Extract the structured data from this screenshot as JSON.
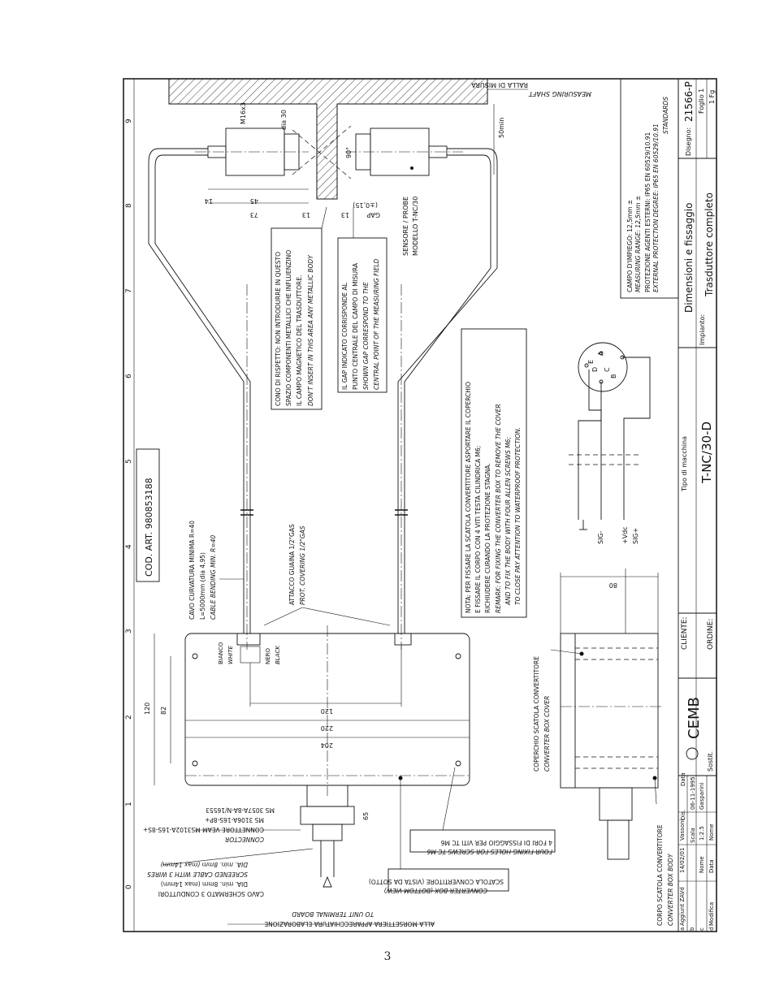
{
  "title_block": {
    "drawing_title": "Dimensioni e fissaggio",
    "plant_label": "Impianto:",
    "plant_value": "Trasduttore completo",
    "machine_label": "Tipo di macchina",
    "machine_value": "T-NC/30-D",
    "drawing_label": "Disegno:",
    "drawing_number": "21566-P",
    "sheet_label": "Foglio 1",
    "sheet_of": "1 Fg",
    "client_label": "CLIENTE:",
    "order_label": "ORDINE:",
    "company": "CEMB",
    "substitutes": "Sostit.",
    "date_label": "Data",
    "date_value": "06-11-1995",
    "drawn_label": "Dis.",
    "drawn_value": "Gasparini",
    "scale_label": "Scala",
    "scale_value": "1:2.5",
    "name_label": "Nome",
    "rev_added": "Aggiunt ZAVd",
    "rev_date": "14/02/01",
    "rev_name": "Vassoni",
    "rev_col_modifica": "Modifica",
    "rev_col_data": "Data",
    "rev_col_nome": "Nome",
    "rev_letters": [
      "a",
      "b",
      "c",
      "d"
    ]
  },
  "specs": {
    "line1": "CAMPO D'IMPIEGO: 12,5mm ±",
    "line2": "MEASURING RANGE: 12,5mm ±",
    "line3": "PROTEZIONE AGENTI ESTERNI: IP65   EN 60529/10.91",
    "line4": "EXTERNAL PROTECTION DEGREE: IP65   EN 60529/10.91",
    "line5": "STANDARDS"
  },
  "shaft": {
    "label_it": "RALLA DI MISURA",
    "label_en": "MEASURING SHAFT",
    "dim_50": "50min",
    "angle": "90°"
  },
  "sensor": {
    "thread": "M16x3",
    "dia": "dia 30",
    "dims": [
      "14",
      "45",
      "73",
      "13",
      "13",
      "GAP"
    ],
    "gap_tol": "(±0,15)",
    "label": "SENSORE / PROBE",
    "model": "MODELLO T-NC/30"
  },
  "notes": {
    "cone": [
      "CONO DI RISPETTO: NON INTRODURRE IN QUESTO",
      "SPAZIO COMPONENTI METALLICI CHE INFLUENZINO",
      "IL CAMPO MAGNETICO DEL TRASDUTTORE.",
      "DON'T INSERT IN THIS AREA ANY METALLIC BODY"
    ],
    "gap": [
      "IL GAP INDICATO CORRISPONDE AL",
      "PUNTO CENTRALE DEL CAMPO DI MISURA",
      "SHOWN GAP CORRESPOND TO THE",
      "CENTRAL POINT OF THE MEASURING FIELD"
    ],
    "converter": [
      "NOTA: PER FISSARE LA SCATOLA CONVERTITORE ASPORTARE IL COPERCHIO",
      "E FISSARE IL CORPO CON 4 VITI TESTA CILINDRICA M6;",
      "RICHIUDERE CURANDO LA PROTEZIONE STAGNA.",
      "REMARK: FOR FIXING THE CONVERTER BOX TO REMOVE THE COVER",
      "AND TO FIX THE BODY WITH FOUR ALLEN SCREWS M6;",
      "TO CLOSE PAY ATTENTION TO WATERPROOF PROTECTION."
    ]
  },
  "cable": {
    "cod_art": "COD. ART. 980853188",
    "bend1": "CAVO CURVATURA MINIMA R=40",
    "bend2": "L=5000mm (dia 4,95)",
    "bend3": "CABLE BENDING MIN. R=40",
    "sheath1": "ATTACCO GUAINA 1/2\"GAS",
    "sheath2": "PROT. COVERING 1/2\"GAS",
    "white_it": "BIANCO",
    "white_en": "WHITE",
    "black_it": "NERO",
    "black_en": "BLACK"
  },
  "box": {
    "dims": [
      "120",
      "82",
      "220",
      "204",
      "120",
      "65",
      "80"
    ],
    "conn1": "MS 3057A-8A-N/16553",
    "conn2": "MS 3106A-16S-8P+",
    "conn3": "CONNETTORE VEAM MS3102A-16S-8S+",
    "conn4": "CONNECTOR",
    "cable_out1": "CAVO SCHERMATO 3 CONDUTTORI",
    "cable_out2": "DIA. min. 8mm (max 14mm)",
    "cable_out3": "SCREENED CABLE WITH 3 WIRES",
    "cable_out4": "DIA. min. 8mm (max 14mm)",
    "terminal1": "ALLA MORSETTIERA APPARECCHIATURA ELABORAZIONE",
    "terminal2": "TO UNIT TERMINAL BOARD",
    "bottom1": "SCATOLA CONVERTITORE (VISTA DA SOTTO)",
    "bottom2": "CONVERTER BOX (BOTTOM VIEW)",
    "holes1": "4 FORI DI FISSAGGIO PER VITI TC M6",
    "holes2": "FOUR FIXING HOLES FOR SCREWS TC M6",
    "cover1": "COPERCHIO SCATOLA CONVERTITORE",
    "cover2": "CONVERTER BOX COVER",
    "body1": "CORPO SCATOLA CONVERTITORE",
    "body2": "CONVERTER BOX BODY"
  },
  "connector_pins": {
    "pins": [
      "A",
      "B",
      "C",
      "D",
      "E"
    ],
    "sig1": "SIG-",
    "sig2": "+Vdc",
    "sig3": "SIG+"
  },
  "grid_numbers": [
    "0",
    "1",
    "2",
    "3",
    "4",
    "5",
    "6",
    "7",
    "8",
    "9"
  ],
  "page_number": "3"
}
